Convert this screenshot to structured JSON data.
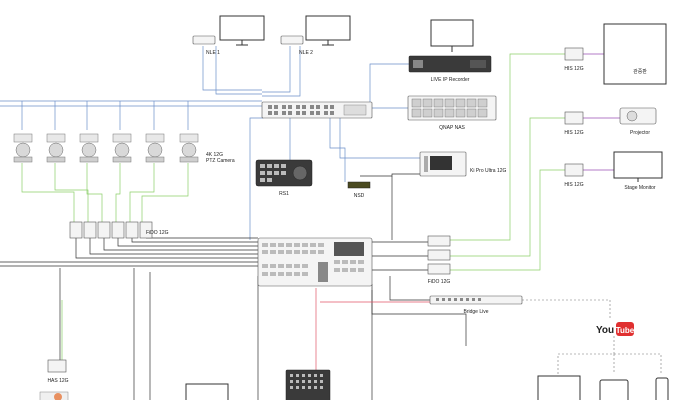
{
  "colors": {
    "sdi": "#333333",
    "ethernet": "#6b8fc9",
    "fiber": "#8ccf6a",
    "audio": "#e05566",
    "hdmi": "#9a4fb5",
    "youtube": "#e03030"
  },
  "labels": {
    "nle1": "NLE 1",
    "nle2": "NLE 2",
    "recorder": "LIVE IP Recorder",
    "nas": "QNAP NAS",
    "ptz": "4K 12G\nPTZ Camera",
    "rs1": "RS1",
    "nsd": "NSD",
    "kipro": "Ki Pro Ultra 12G",
    "fido_left": "FiDO 12G",
    "fido_right": "FiDO 12G",
    "his1": "HIS 12G",
    "his2": "HIS 12G",
    "his3": "HIS 12G",
    "wall": "관중판",
    "projector": "Projector",
    "stage_monitor": "Stage Monitor",
    "bridge": "Bridge Live",
    "youtube": "YouTube",
    "has": "HAS 12G"
  },
  "icons": {
    "ptz_camera": "ptz-camera-icon",
    "monitor": "monitor-icon",
    "youtube": "youtube-logo",
    "laptop": "laptop-icon",
    "tablet": "tablet-icon",
    "phone": "phone-icon"
  }
}
